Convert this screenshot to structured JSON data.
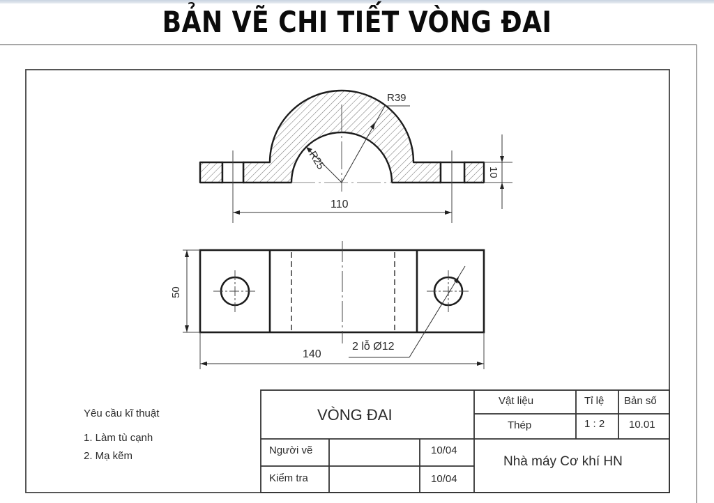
{
  "page": {
    "title": "BẢN VẼ CHI TIẾT VÒNG ĐAI"
  },
  "front_view": {
    "outer_radius_label": "R39",
    "inner_radius_label": "R25",
    "length_dimension": "110",
    "thickness_dimension": "10"
  },
  "top_view": {
    "width_dimension": "50",
    "total_length_dimension": "140",
    "hole_callout": "2 lỗ Ø12"
  },
  "technical_requirements": {
    "title": "Yêu cầu kĩ thuật",
    "items": [
      "1. Làm tù cạnh",
      "2. Mạ kẽm"
    ]
  },
  "title_block": {
    "part_name": "VÒNG ĐAI",
    "material_label": "Vật liệu",
    "material_value": "Thép",
    "scale_label": "Tỉ lệ",
    "scale_value": "1 : 2",
    "drawing_no_label": "Bản số",
    "drawing_no_value": "10.01",
    "drawn_by_label": "Người vẽ",
    "drawn_by_name": "",
    "drawn_by_date": "10/04",
    "checked_by_label": "Kiểm tra",
    "checked_by_name": "",
    "checked_by_date": "10/04",
    "organization": "Nhà máy Cơ khí HN"
  },
  "colors": {
    "line": "#1c1c1c",
    "frame": "#555555",
    "text": "#2a2a2a",
    "hatch": "#6a6a6a"
  }
}
